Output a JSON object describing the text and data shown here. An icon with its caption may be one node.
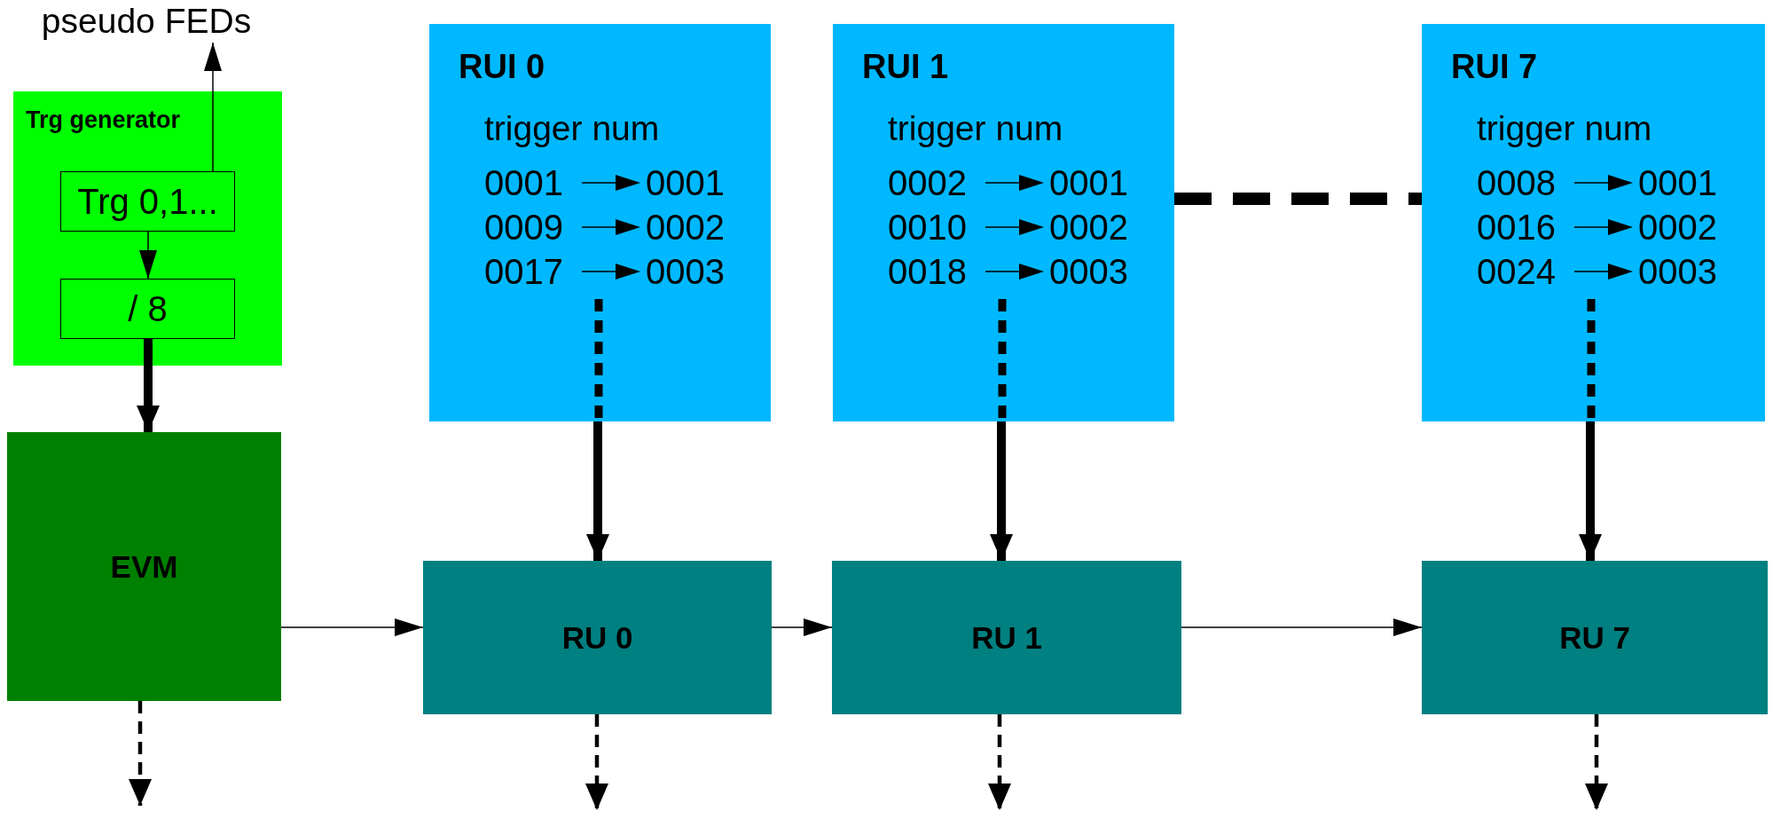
{
  "diagram": {
    "nodes": [
      {
        "text": [
          "pseudo FEDs"
        ]
      },
      {
        "text": [
          "Trg generator"
        ]
      },
      {
        "text": [
          "Trg 0,1..."
        ],
        "in": 1
      },
      {
        "text": [
          "/ 8"
        ],
        "in": 1
      },
      {
        "text": [
          "RUI 0",
          "trigger num",
          "0001",
          "0001",
          "0009",
          "0002",
          "0017",
          "0003"
        ]
      },
      {
        "text": [
          "RUI 1",
          "trigger num",
          "0002",
          "0001",
          "0010",
          "0002",
          "0018",
          "0003"
        ]
      },
      {
        "text": [
          "RUI 7",
          "trigger num",
          "0008",
          "0001",
          "0016",
          "0002",
          "0024",
          "0003"
        ]
      },
      {
        "text": [
          "EVM"
        ]
      },
      {
        "text": [
          "RU 0"
        ]
      },
      {
        "text": [
          "RU 1"
        ]
      },
      {
        "text": [
          "RU 7"
        ]
      }
    ],
    "edges": [
      {
        "from": 2,
        "to": 0,
        "arrow": "to"
      },
      {
        "from": 2,
        "to": 3,
        "arrow": "to"
      },
      {
        "from": 3,
        "to": 7,
        "arrow": "to",
        "style": "thick"
      },
      {
        "from": 4,
        "to": 8,
        "arrow": "to",
        "style": "thick"
      },
      {
        "from": 5,
        "to": 9,
        "arrow": "to",
        "style": "thick"
      },
      {
        "from": 6,
        "to": 10,
        "arrow": "to",
        "style": "thick"
      },
      {
        "from": 5,
        "to": 6,
        "arrow": "none",
        "style": "dashed"
      },
      {
        "from": 7,
        "to": 8,
        "arrow": "to"
      },
      {
        "from": 8,
        "to": 9,
        "arrow": "to"
      },
      {
        "from": 9,
        "to": 10,
        "arrow": "to"
      },
      {
        "from": 7,
        "to": null,
        "arrow": "to",
        "style": "dashed"
      },
      {
        "from": 8,
        "to": null,
        "arrow": "to",
        "style": "dashed"
      },
      {
        "from": 9,
        "to": null,
        "arrow": "to",
        "style": "dashed"
      },
      {
        "from": 10,
        "to": null,
        "arrow": "to",
        "style": "dashed"
      }
    ]
  }
}
